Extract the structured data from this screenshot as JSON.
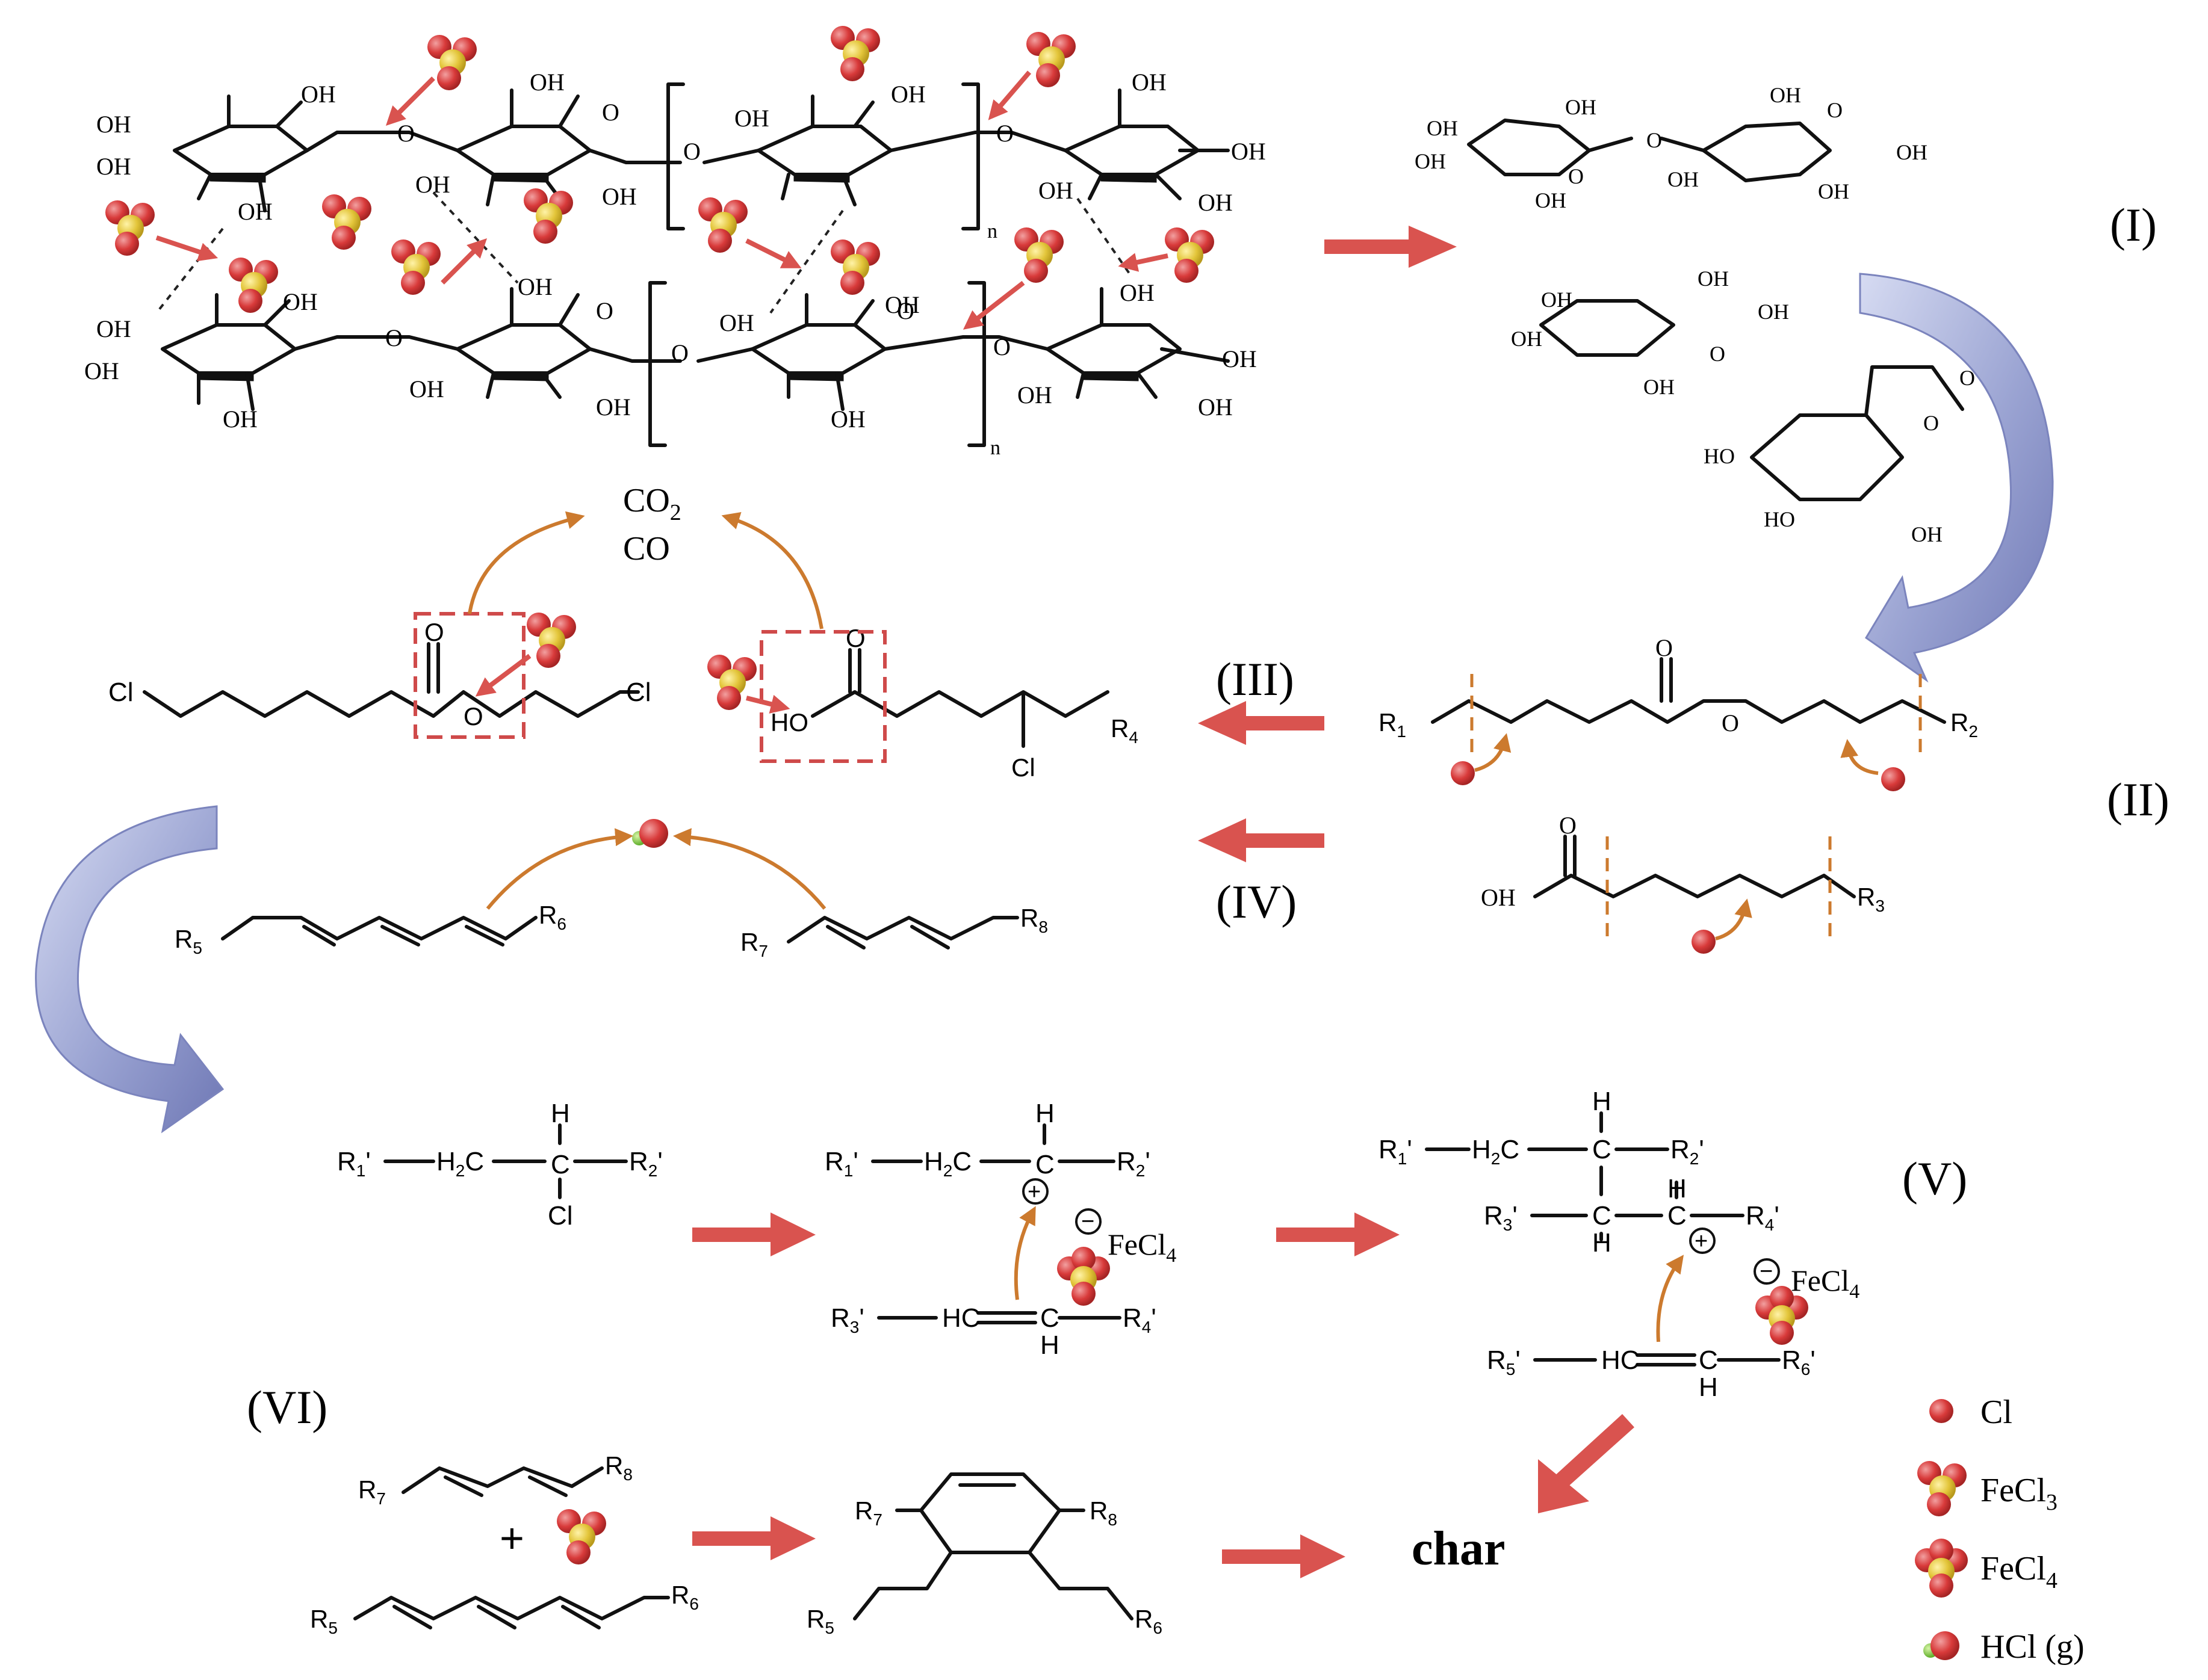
{
  "colors": {
    "reaction_arrow": "#d9534f",
    "curved_arrow": "#a7aed6",
    "electron_arrow": "#cc7a2e",
    "cl_atom": "#d83a3a",
    "fe_atom": "#e3c53a",
    "h_atom": "#7acb3c"
  },
  "labels": {
    "step1": "(I)",
    "step2": "(II)",
    "step3": "(III)",
    "step4": "(IV)",
    "step5": "(V)",
    "step6": "(VI)"
  },
  "gases": {
    "co2": "CO",
    "co2_sub": "2",
    "co": "CO"
  },
  "atoms": {
    "oh": "OH",
    "ho": "HO",
    "o": "O",
    "cl": "Cl",
    "n": "n",
    "h": "H",
    "hc": "HC",
    "c": "C",
    "h2c": "H",
    "h2c_sub": "2",
    "h2c_tail": "C",
    "plus": "+",
    "minus": "−",
    "char": "char"
  },
  "r_groups": {
    "R1": "R",
    "R1s": "1",
    "R2": "R",
    "R2s": "2",
    "R3": "R",
    "R3s": "3",
    "R4": "R",
    "R4s": "4",
    "R5": "R",
    "R5s": "5",
    "R6": "R",
    "R6s": "6",
    "R7": "R",
    "R7s": "7",
    "R8": "R",
    "R8s": "8",
    "R1p": "R",
    "R1ps": "1",
    "prime": "'",
    "R2ps": "2",
    "R3ps": "3",
    "R4ps": "4",
    "R5ps": "5",
    "R6ps": "6"
  },
  "fecl4": {
    "text": "FeCl",
    "sub": "4"
  },
  "legend": [
    {
      "label": "Cl",
      "sub": ""
    },
    {
      "label": "FeCl",
      "sub": "3"
    },
    {
      "label": "FeCl",
      "sub": "4"
    },
    {
      "label": "HCl (g)",
      "sub": ""
    }
  ]
}
